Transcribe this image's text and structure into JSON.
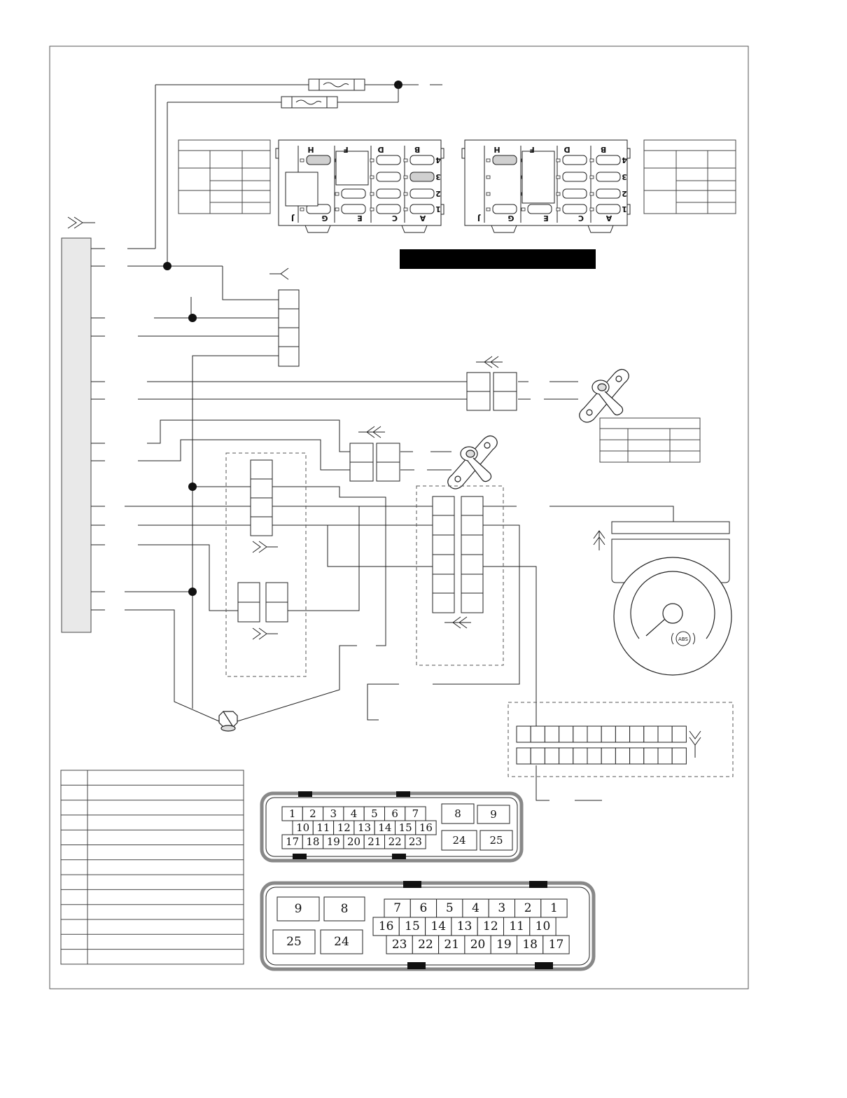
{
  "colors": {
    "line": "#222222",
    "frame": "#555555",
    "ecu_fill": "#e9e9e9",
    "banner": "#000000",
    "connector_border": "#888888",
    "highlight_slot": "#d0d0d0"
  },
  "icons": {
    "pin_arrow": "double-chevron-arrow-icon",
    "ground": "ground-bolt-icon",
    "sensor": "wheel-speed-sensor-icon",
    "gauge": "abs-warning-gauge-icon"
  },
  "relay_box": {
    "column_letters_top": [
      "H",
      "F",
      "D",
      "B"
    ],
    "column_letters_bottom": [
      "J",
      "G",
      "E",
      "C",
      "A"
    ],
    "row_numbers": [
      "4",
      "3",
      "2",
      "1"
    ]
  },
  "gauge": {
    "badge": "ABS"
  },
  "connector_a": {
    "row1": [
      "1",
      "2",
      "3",
      "4",
      "5",
      "6",
      "7"
    ],
    "row2": [
      "10",
      "11",
      "12",
      "13",
      "14",
      "15",
      "16"
    ],
    "row3": [
      "17",
      "18",
      "19",
      "20",
      "21",
      "22",
      "23"
    ],
    "big_top": [
      "8",
      "9"
    ],
    "big_bottom": [
      "24",
      "25"
    ]
  },
  "connector_b": {
    "row1": [
      "7",
      "6",
      "5",
      "4",
      "3",
      "2",
      "1"
    ],
    "row2": [
      "16",
      "15",
      "14",
      "13",
      "12",
      "11",
      "10"
    ],
    "row3": [
      "23",
      "22",
      "21",
      "20",
      "19",
      "18",
      "17"
    ],
    "big_top": [
      "9",
      "8"
    ],
    "big_bottom": [
      "25",
      "24"
    ]
  }
}
